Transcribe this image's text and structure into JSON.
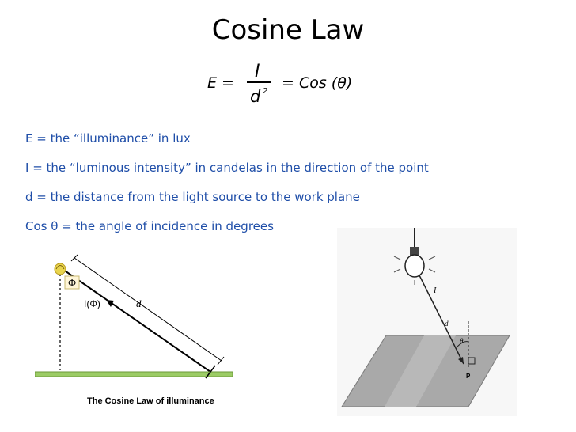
{
  "title": "Cosine Law",
  "formula": {
    "lhs": "E =",
    "numerator": "I",
    "denominator": "d",
    "exponent": "2",
    "rhs": "= Cos (θ)"
  },
  "definitions": [
    "E = the “illuminance” in lux",
    "I = the “luminous intensity” in candelas in the direction of the point",
    "d = the distance from the light source to the work plane",
    "Cos θ = the angle of incidence in degrees"
  ],
  "left_figure": {
    "angle_label": "Φ",
    "intensity_label": "I(Φ)",
    "distance_label": "d",
    "caption": "The Cosine Law of illuminance",
    "colors": {
      "plane": "#9ccc65",
      "plane_edge": "#6b9a3a",
      "bulb": "#e8d44d",
      "angle_box": "#fff6d8"
    }
  },
  "right_figure": {
    "intensity_label": "I",
    "distance_label": "d",
    "angle_label": "θ",
    "point_label": "P",
    "colors": {
      "plane": "#a9a9a9",
      "ray": "#222222"
    }
  }
}
